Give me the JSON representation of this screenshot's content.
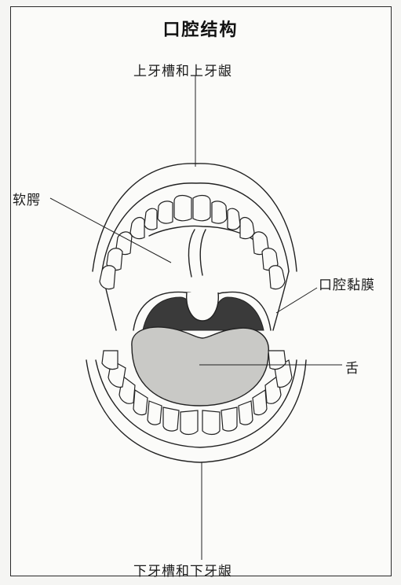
{
  "title": "口腔结构",
  "labels": {
    "upper_alveolus_gum": "上牙槽和上牙龈",
    "soft_palate": "软腭",
    "oral_mucosa": "口腔黏膜",
    "tongue": "舌",
    "lower_alveolus_gum": "下牙槽和下牙龈"
  }
}
